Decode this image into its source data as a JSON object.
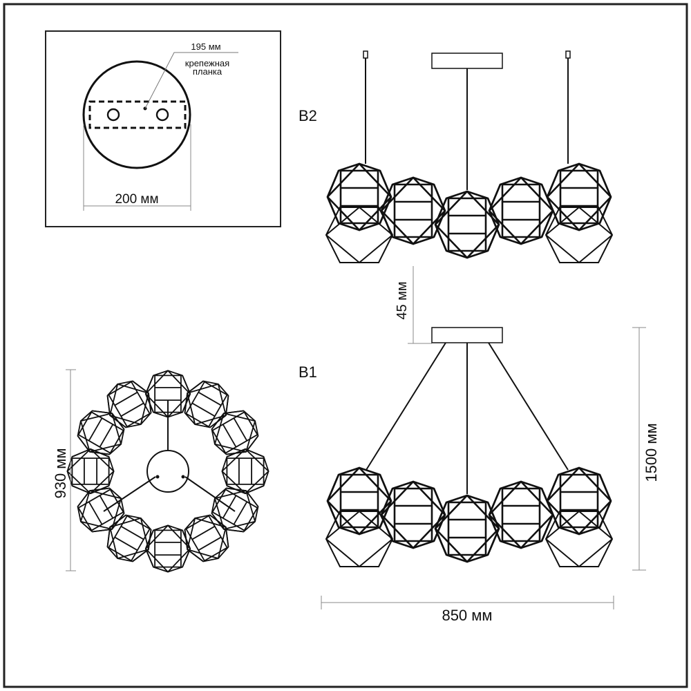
{
  "mount_plate": {
    "bracket_dimension": "195 мм",
    "bracket_label_line1": "крепежная",
    "bracket_label_line2": "планка",
    "diameter": "200 мм"
  },
  "views": {
    "b2_label": "B2",
    "b1_label": "B1",
    "gap_dimension": "45 мм",
    "height_dimension": "1500 мм",
    "width_dimension": "850 мм",
    "ring_diameter": "930 мм"
  },
  "colors": {
    "line": "#111111",
    "frame": "#222222",
    "background": "#ffffff"
  }
}
